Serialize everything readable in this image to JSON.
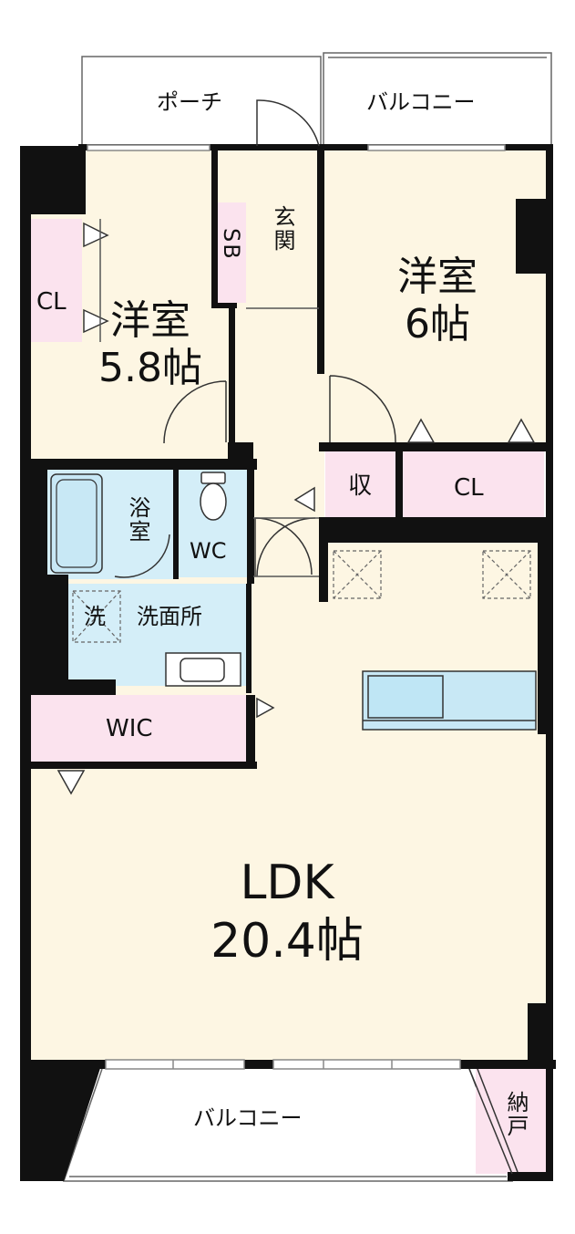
{
  "colors": {
    "floor": "#fdf6e3",
    "storage": "#fbe3ee",
    "water": "#d4eef8",
    "wall": "#111111"
  },
  "labels": {
    "porch": "ポーチ",
    "balcony_top": "バルコニー",
    "balcony_bottom": "バルコニー",
    "bedroom_west_name": "洋室",
    "bedroom_west_size": "5.8帖",
    "bedroom_east_name": "洋室",
    "bedroom_east_size": "6帖",
    "entrance": "玄関",
    "shoebox": "SB",
    "closet_west": "CL",
    "closet_east": "CL",
    "storage": "収",
    "bath": "浴室",
    "toilet": "WC",
    "washer": "洗",
    "washroom": "洗面所",
    "walk_in_closet": "WIC",
    "ldk_name": "LDK",
    "ldk_size": "20.4帖",
    "outdoor_storage": "納戸"
  }
}
